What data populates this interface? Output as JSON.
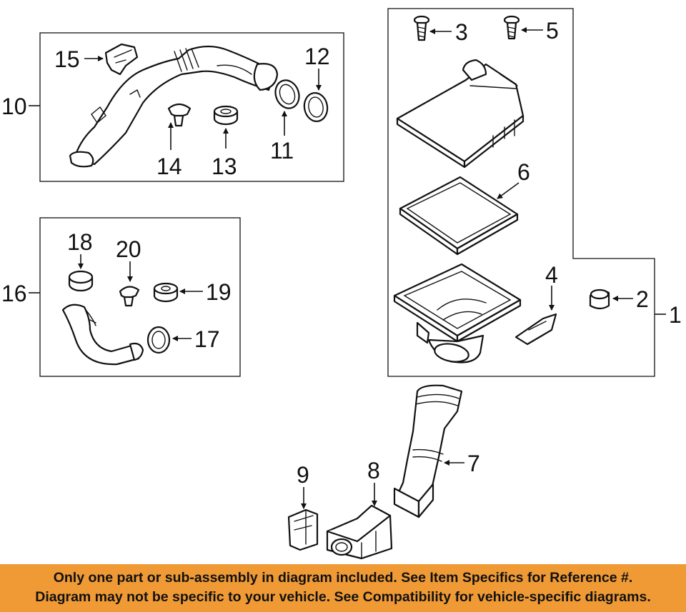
{
  "diagram": {
    "callouts": {
      "c1": "1",
      "c2": "2",
      "c3": "3",
      "c4": "4",
      "c5": "5",
      "c6": "6",
      "c7": "7",
      "c8": "8",
      "c9": "9",
      "c10": "10",
      "c11": "11",
      "c12": "12",
      "c13": "13",
      "c14": "14",
      "c15": "15",
      "c16": "16",
      "c17": "17",
      "c18": "18",
      "c19": "19",
      "c20": "20"
    }
  },
  "disclaimer": {
    "line1": "Only one part or sub-assembly in diagram included. See Item Specifics for Reference #.",
    "line2": "Diagram may not be specific to your vehicle. See Compatibility for vehicle-specific diagrams."
  },
  "colors": {
    "banner_background": "#f09a35",
    "line_art": "#111111",
    "page_background": "#ffffff"
  }
}
